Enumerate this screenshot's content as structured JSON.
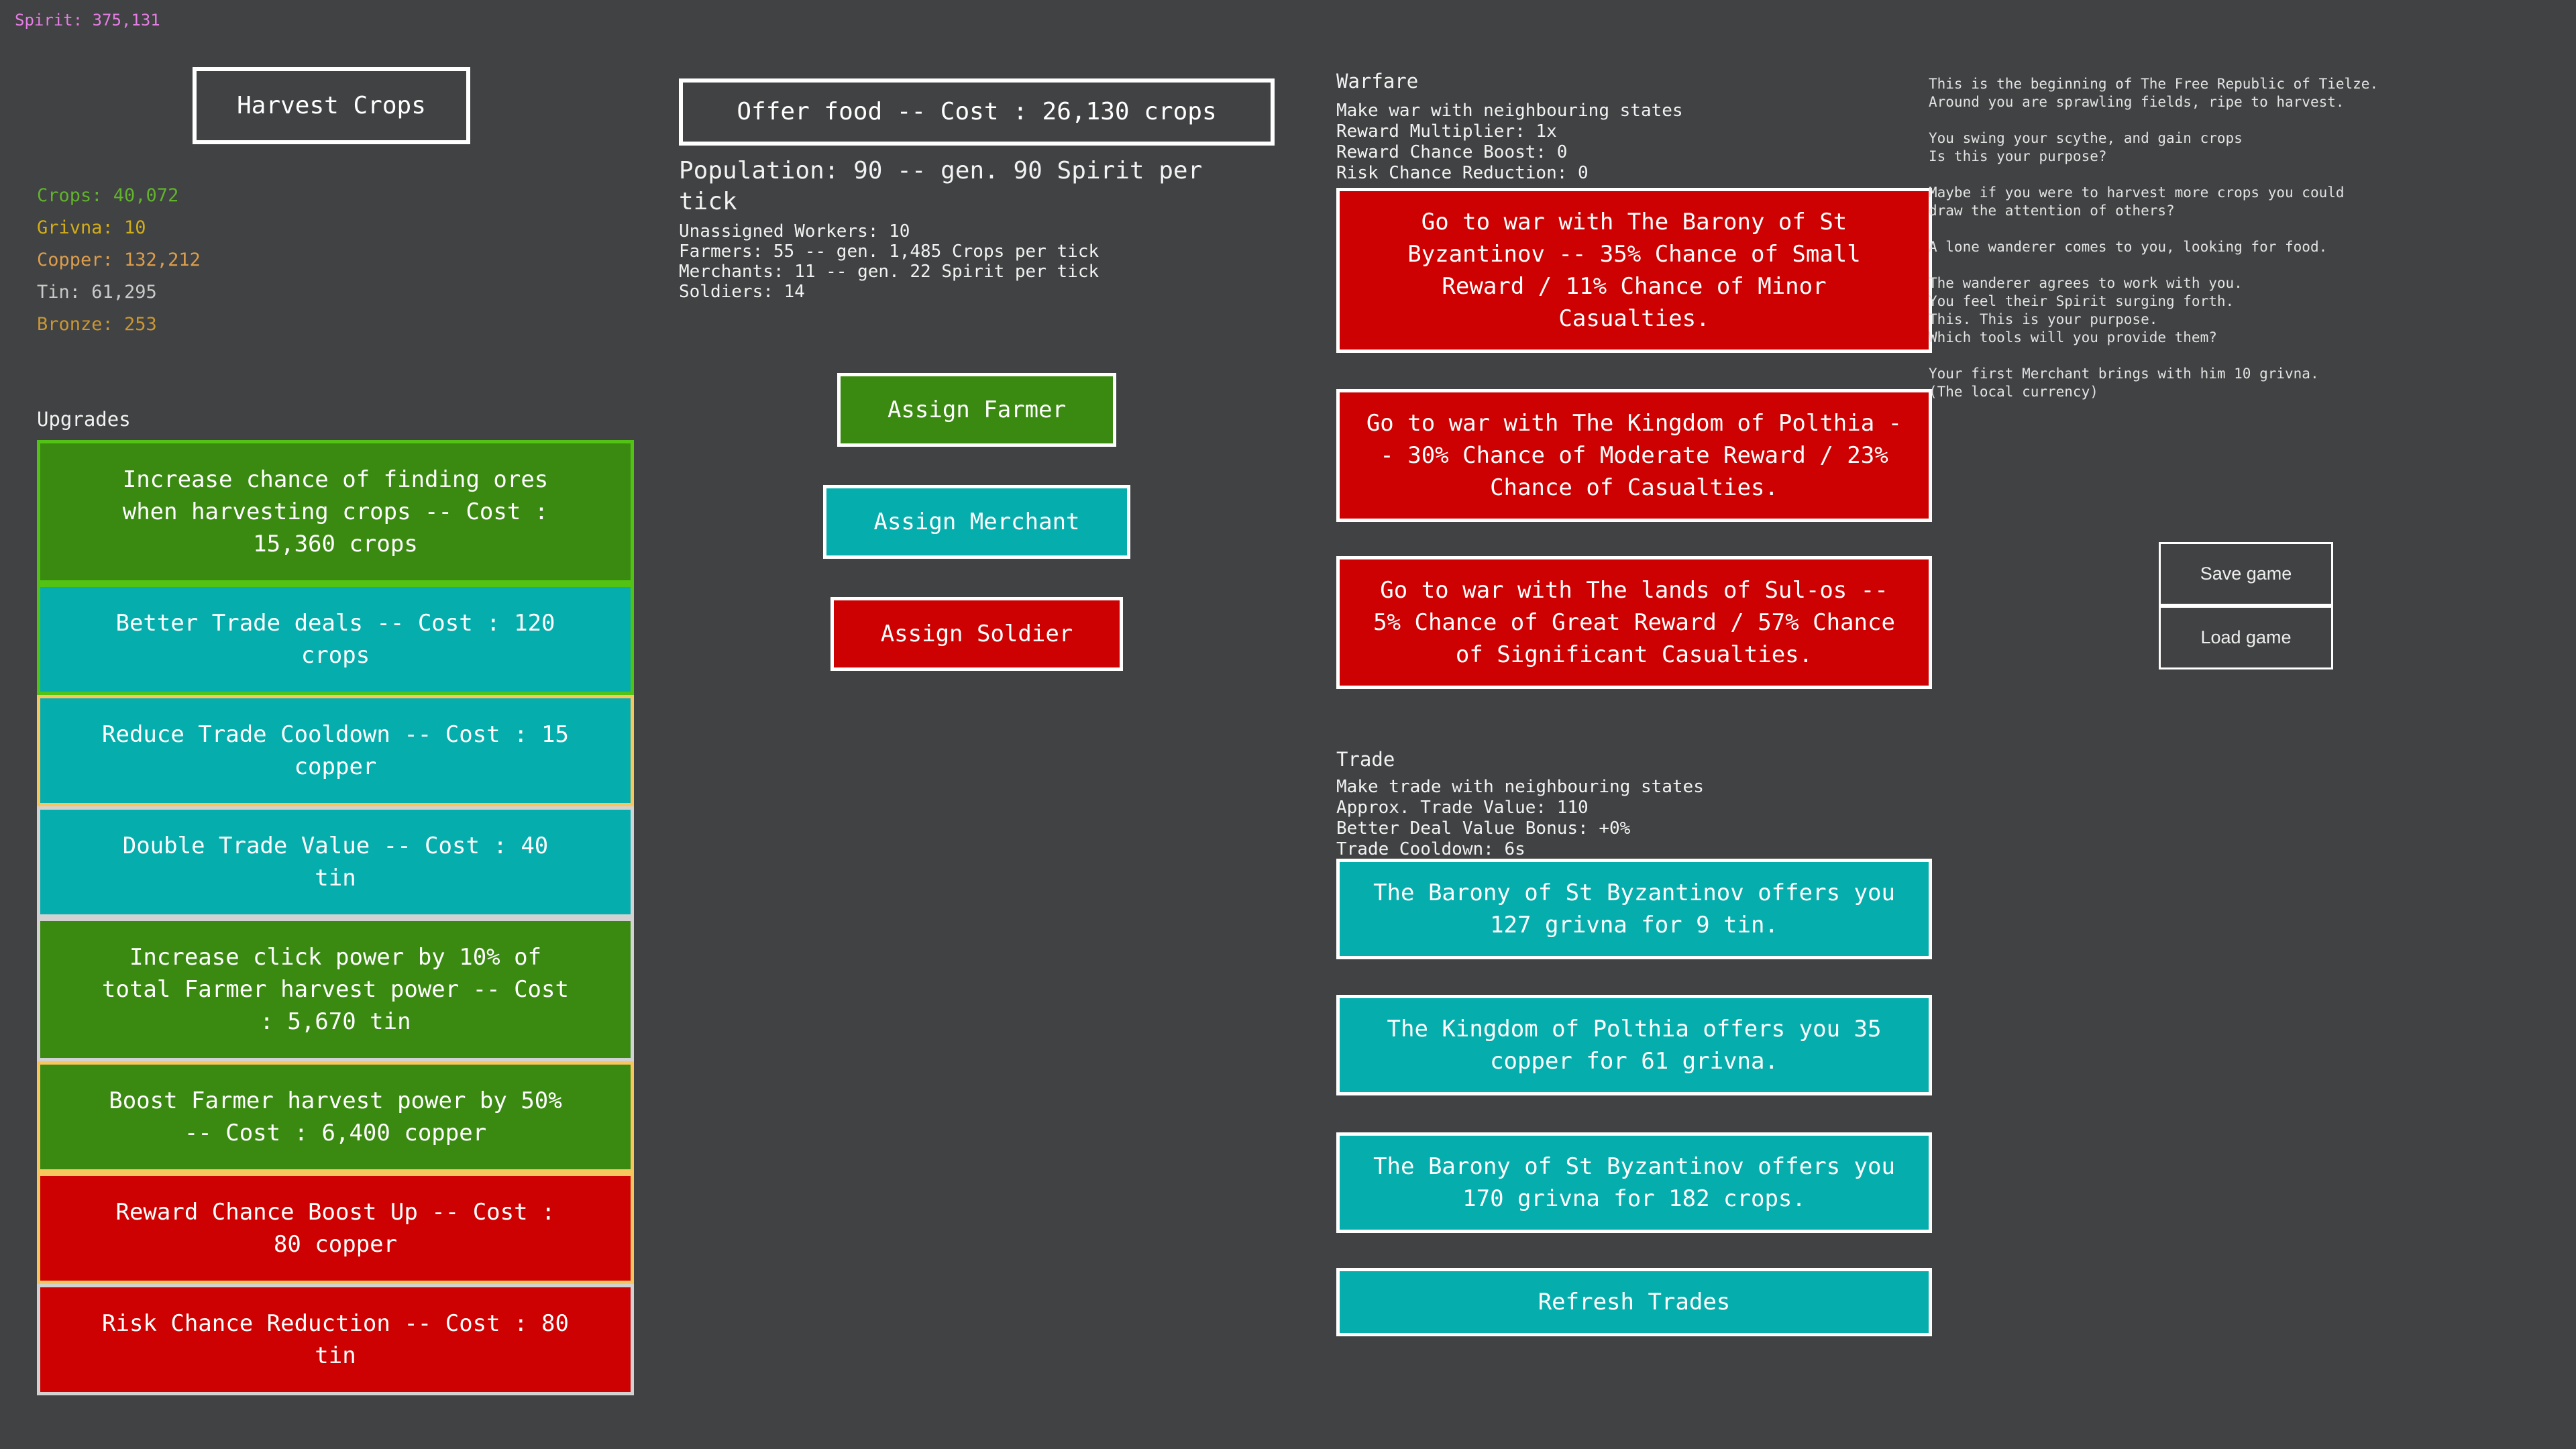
{
  "colors": {
    "background": "#404243",
    "text": "#f2f2f2",
    "spirit": "#e57ee3",
    "crops": "#61b32c",
    "grivna": "#d3ad17",
    "copper": "#dd9d4c",
    "tin": "#c9c9c9",
    "bronze": "#cb9732",
    "button_green": "#3a8a12",
    "button_teal": "#06adad",
    "button_red": "#cd0101",
    "border_crops": "#52c314",
    "border_copper": "#f8c65e",
    "border_tin": "#d2d2d2"
  },
  "header": {
    "spirit_counter": "Spirit: 375,131"
  },
  "actions": {
    "harvest": "Harvest Crops",
    "offer_food": "Offer food -- Cost : 26,130 crops"
  },
  "resources": [
    {
      "text": "Crops: 40,072"
    },
    {
      "text": "Grivna: 10"
    },
    {
      "text": "Copper: 132,212"
    },
    {
      "text": "Tin: 61,295"
    },
    {
      "text": "Bronze: 253"
    }
  ],
  "population": {
    "summary": "Population: 90 -- gen. 90 Spirit per tick",
    "stats": [
      "Unassigned Workers: 10",
      "Farmers: 55 -- gen. 1,485 Crops per tick",
      "Merchants: 11 -- gen. 22 Spirit per tick",
      "Soldiers: 14"
    ]
  },
  "assign": {
    "farmer": "Assign Farmer",
    "merchant": "Assign Merchant",
    "soldier": "Assign Soldier"
  },
  "upgrades": {
    "title": "Upgrades",
    "buttons": [
      {
        "label": "Increase chance of finding ores when harvesting crops -- Cost : 15,360 crops",
        "cost_resource": "crops"
      },
      {
        "label": "Better Trade deals -- Cost : 120 crops",
        "cost_resource": "crops"
      },
      {
        "label": "Reduce Trade Cooldown -- Cost : 15 copper",
        "cost_resource": "copper"
      },
      {
        "label": "Double Trade Value -- Cost : 40 tin",
        "cost_resource": "tin"
      },
      {
        "label": "Increase click power by 10% of total Farmer harvest power -- Cost : 5,670 tin",
        "cost_resource": "tin"
      },
      {
        "label": "Boost Farmer harvest power by 50% -- Cost : 6,400 copper",
        "cost_resource": "copper"
      },
      {
        "label": "Reward Chance Boost Up -- Cost : 80 copper",
        "cost_resource": "copper"
      },
      {
        "label": "Risk Chance Reduction -- Cost : 80 tin",
        "cost_resource": "tin"
      }
    ]
  },
  "warfare": {
    "title": "Warfare",
    "subtitle": "Make war with neighbouring states",
    "stats": [
      "Reward Multiplier: 1x",
      "Reward Chance Boost: 0",
      "Risk Chance Reduction: 0"
    ],
    "buttons": [
      "Go to war with The Barony of St Byzantinov -- 35% Chance of Small Reward / 11% Chance of Minor Casualties.",
      "Go to war with The Kingdom of Polthia -- 30% Chance of Moderate Reward / 23% Chance of Casualties.",
      "Go to war with The lands of Sul-os -- 5% Chance of Great Reward / 57% Chance of Significant Casualties."
    ]
  },
  "trade": {
    "title": "Trade",
    "subtitle": "Make trade with neighbouring states",
    "stats": [
      "Approx. Trade Value: 110",
      "Better Deal Value Bonus: +0%",
      "Trade Cooldown: 6s"
    ],
    "offers": [
      "The Barony of St Byzantinov offers you 127 grivna for 9 tin.",
      "The Kingdom of Polthia offers you 35 copper for 61 grivna.",
      "The Barony of St Byzantinov offers you 170 grivna for 182 crops."
    ],
    "refresh": "Refresh Trades"
  },
  "story": {
    "paragraphs": [
      "This is the beginning of The Free Republic of Tielze.\nAround you are sprawling fields, ripe to harvest.",
      "You swing your scythe, and gain crops\nIs this your purpose?",
      "Maybe if you were to harvest more crops you could\ndraw the attention of others?",
      "A lone wanderer comes to you, looking for food.",
      "The wanderer agrees to work with you.\nYou feel their Spirit surging forth.\nThis. This is your purpose.\nWhich tools will you provide them?",
      "Your first Merchant brings with him 10 grivna.\n(The local currency)"
    ]
  },
  "system": {
    "save": "Save game",
    "load": "Load game"
  }
}
